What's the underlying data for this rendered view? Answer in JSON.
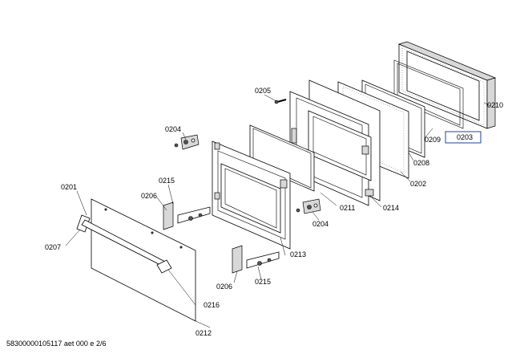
{
  "diagram": {
    "footer": "58300000105117 aet 000 e 2/6",
    "labels": {
      "p0201": "0201",
      "p0202": "0202",
      "p0203": "0203",
      "p0204a": "0204",
      "p0204b": "0204",
      "p0205": "0205",
      "p0206a": "0206",
      "p0206b": "0206",
      "p0207": "0207",
      "p0208": "0208",
      "p0209": "0209",
      "p0210": "0210",
      "p0211": "0211",
      "p0212": "0212",
      "p0213": "0213",
      "p0214": "0214",
      "p0215a": "0215",
      "p0215b": "0215",
      "p0216": "0216"
    }
  }
}
